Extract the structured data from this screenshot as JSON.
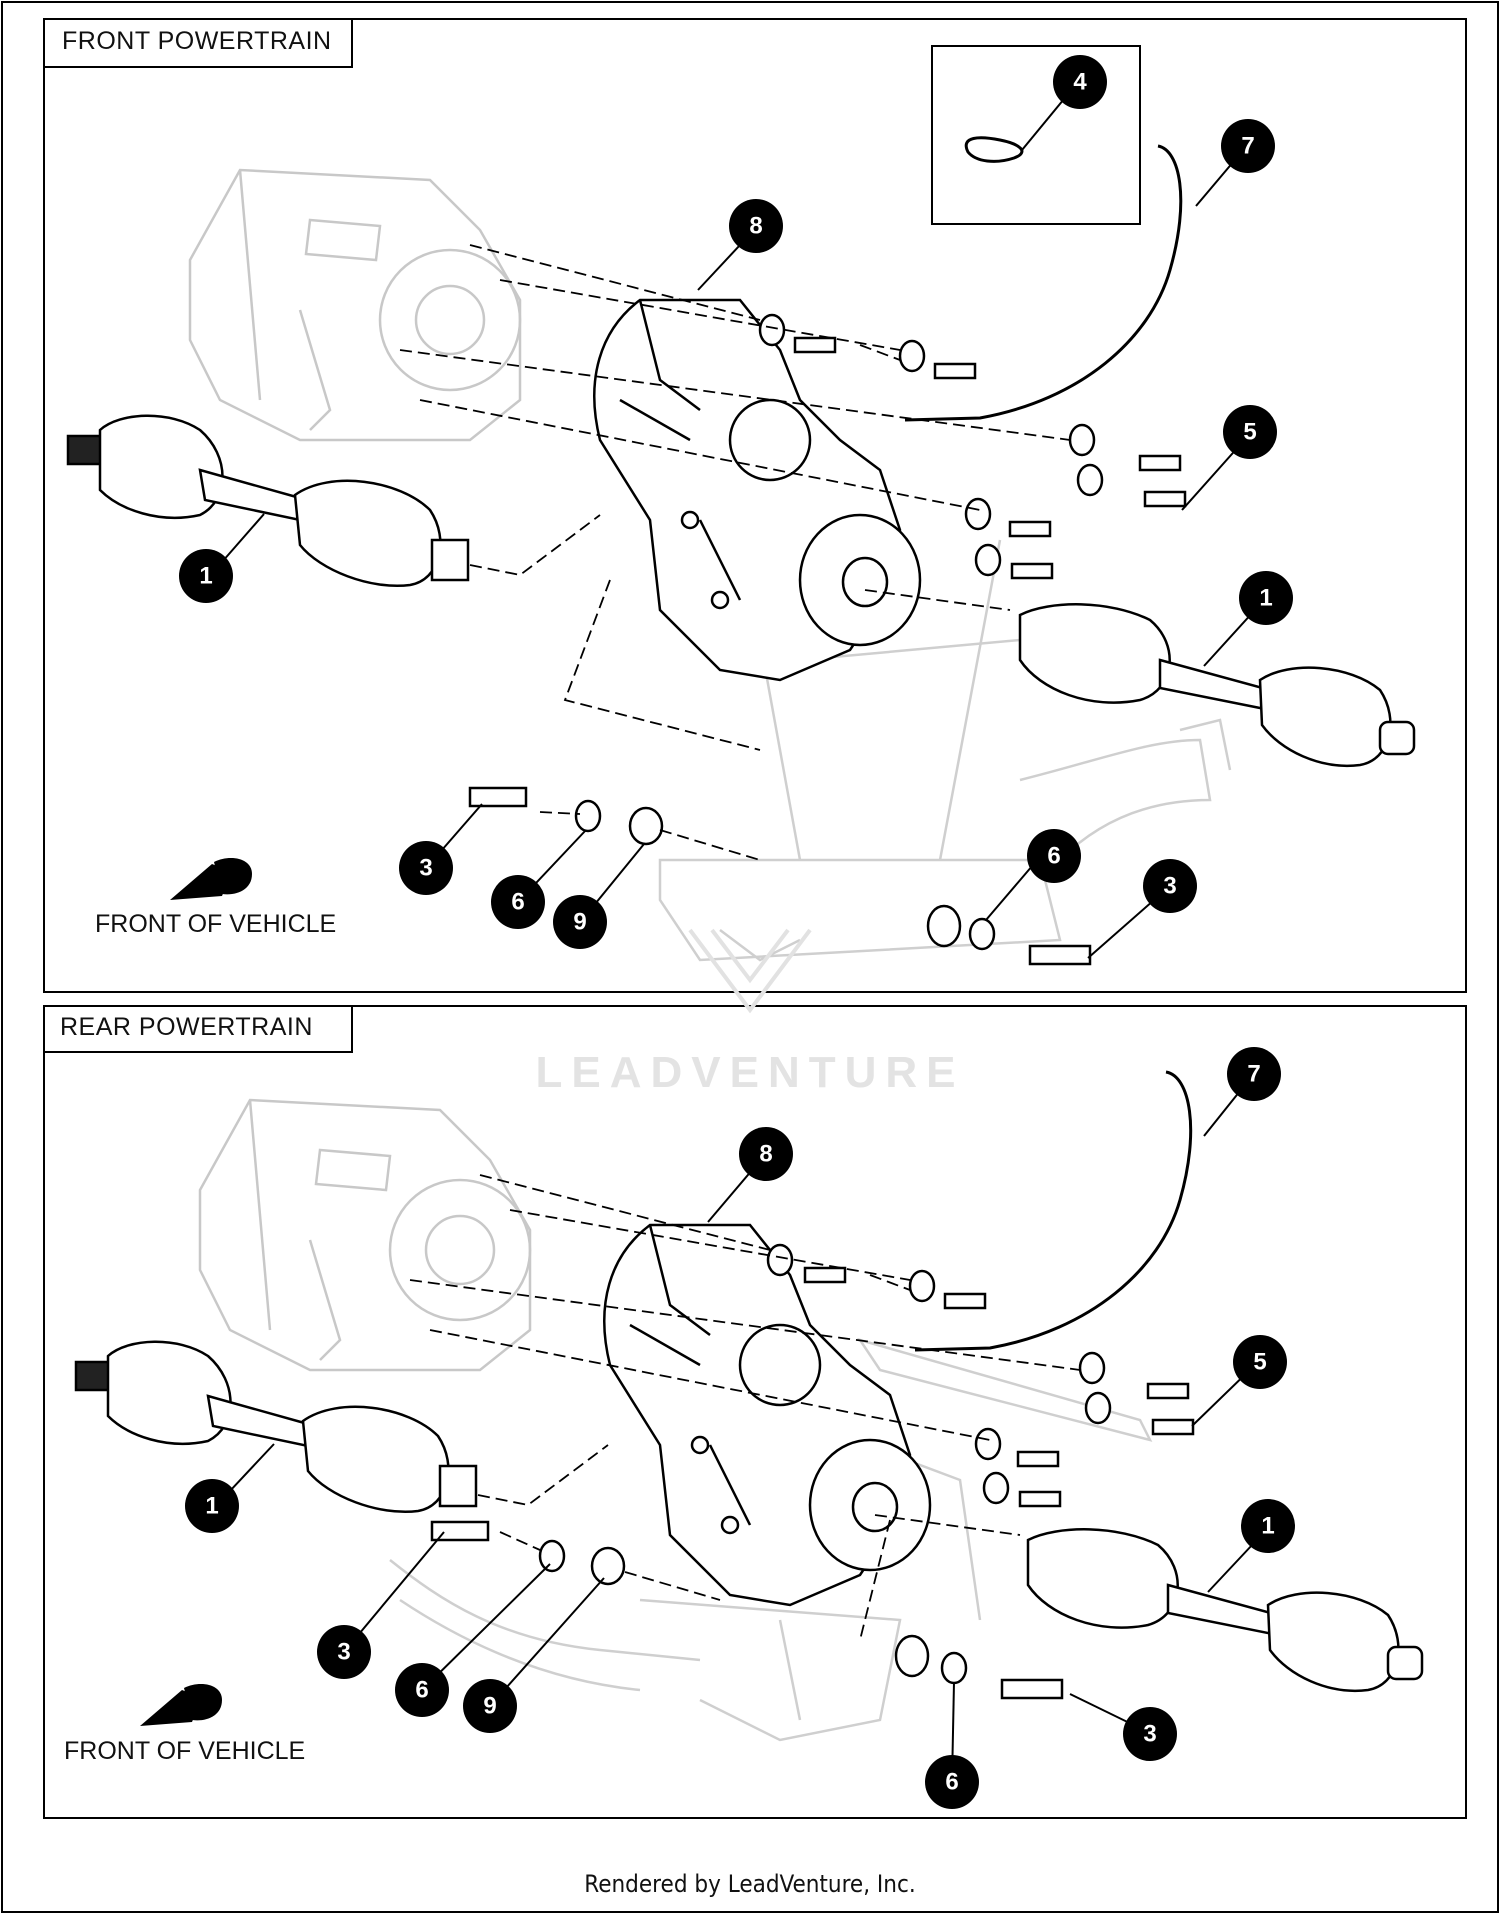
{
  "panels": {
    "front": {
      "title": "FRONT POWERTRAIN",
      "direction_label": "FRONT OF VEHICLE"
    },
    "rear": {
      "title": "REAR POWERTRAIN",
      "direction_label": "FRONT OF VEHICLE"
    }
  },
  "callouts": {
    "front": [
      "4",
      "7",
      "8",
      "5",
      "1",
      "1",
      "3",
      "6",
      "9",
      "6",
      "3"
    ],
    "rear": [
      "7",
      "8",
      "5",
      "1",
      "1",
      "3",
      "6",
      "9",
      "3",
      "6"
    ]
  },
  "watermark": "LEADVENTURE",
  "footer": "Rendered by LeadVenture, Inc."
}
